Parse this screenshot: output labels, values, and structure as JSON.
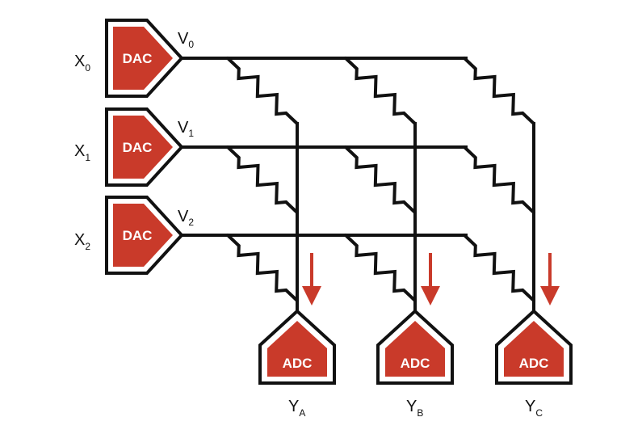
{
  "colors": {
    "accent": "#c93a2a",
    "line": "#111111"
  },
  "dacs": [
    {
      "block_label": "DAC",
      "input_main": "X",
      "input_sub": "0",
      "output_main": "V",
      "output_sub": "0"
    },
    {
      "block_label": "DAC",
      "input_main": "X",
      "input_sub": "1",
      "output_main": "V",
      "output_sub": "1"
    },
    {
      "block_label": "DAC",
      "input_main": "X",
      "input_sub": "2",
      "output_main": "V",
      "output_sub": "2"
    }
  ],
  "adcs": [
    {
      "block_label": "ADC",
      "output_main": "Y",
      "output_sub": "A"
    },
    {
      "block_label": "ADC",
      "output_main": "Y",
      "output_sub": "B"
    },
    {
      "block_label": "ADC",
      "output_main": "Y",
      "output_sub": "C"
    }
  ],
  "current_arrows": {
    "direction": "down",
    "count": 3
  }
}
